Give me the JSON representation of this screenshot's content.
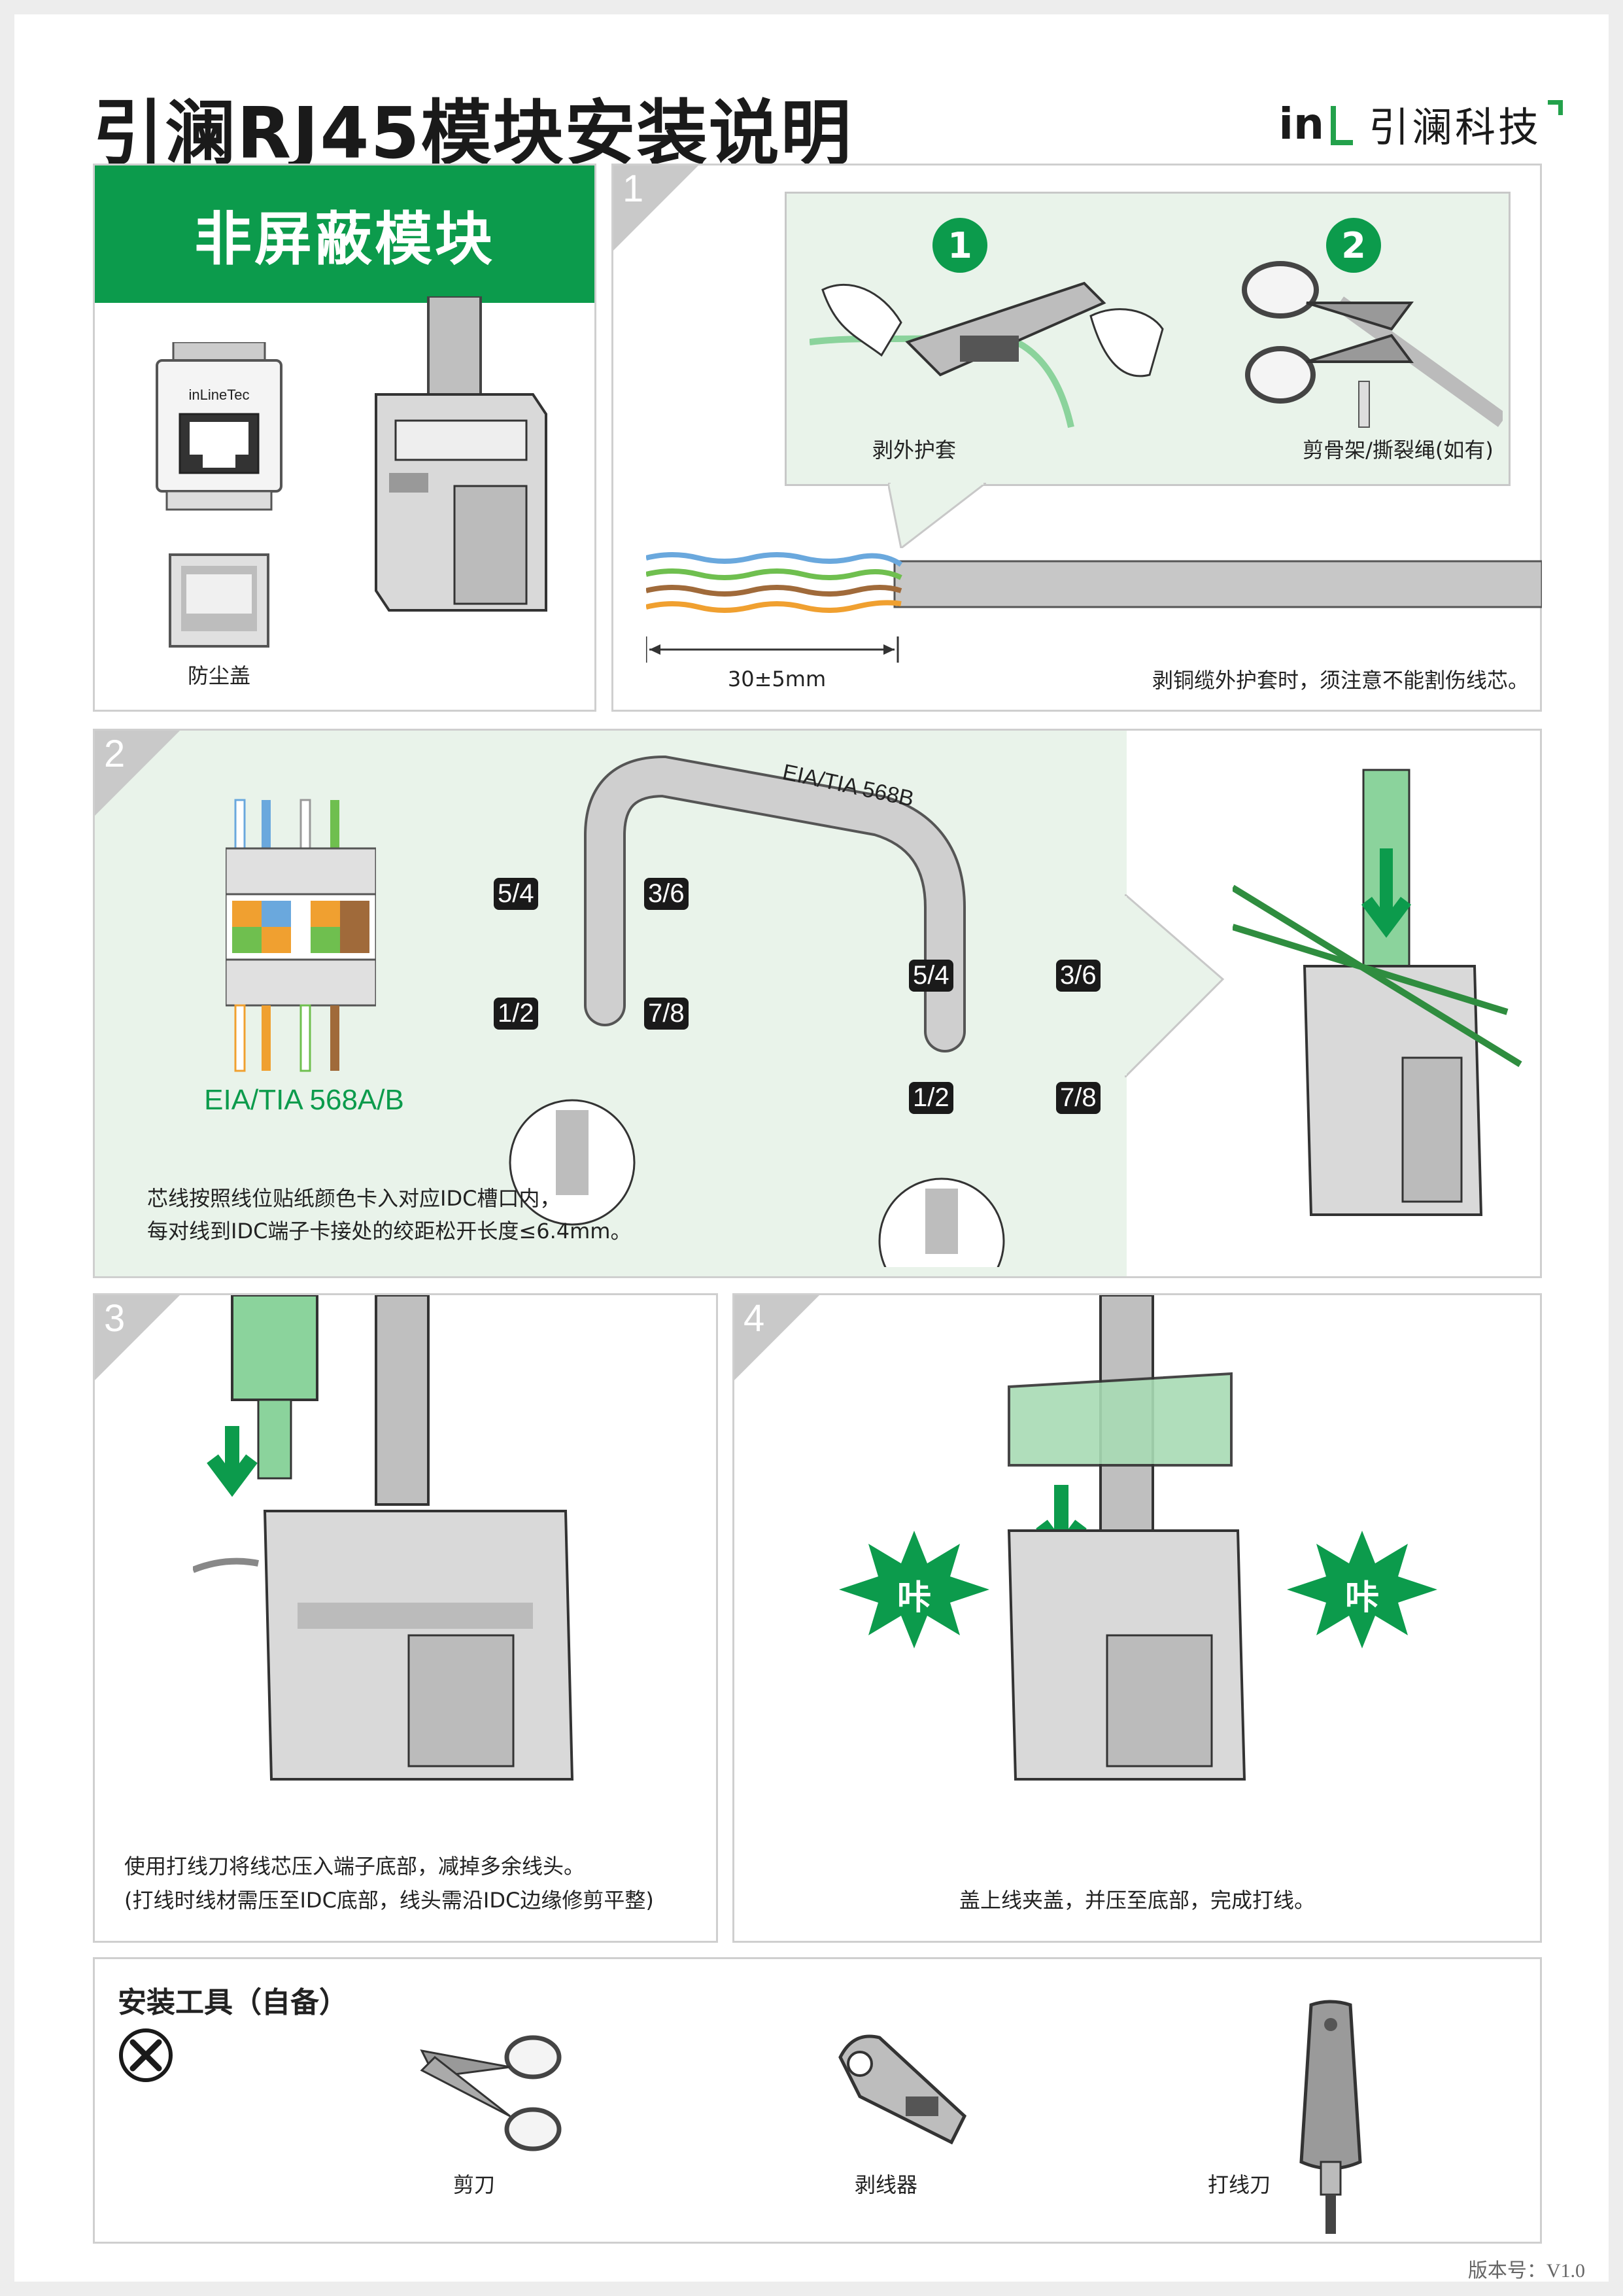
{
  "header": {
    "title": "引澜RJ45模块安装说明",
    "brand_in": "in",
    "brand_zh": "引澜科技",
    "accent_color": "#0c9b4c"
  },
  "intro": {
    "heading": "非屏蔽模块",
    "module_logo": "inLineTec",
    "dust_cover_label": "防尘盖"
  },
  "step1": {
    "number": "1",
    "badge1": "1",
    "badge2": "2",
    "strip_label": "剥外护套",
    "cut_label": "剪骨架/撕裂绳(如有)",
    "dimension": "30±5mm",
    "note": "剥铜缆外护套时，须注意不能割伤线芯。"
  },
  "step2": {
    "number": "2",
    "cable_standard": "EIA/TIA 568B",
    "connector_label": "EIA/TIA 568A/B",
    "pairs_left": [
      "5/4",
      "3/6",
      "1/2",
      "7/8"
    ],
    "pairs_right": [
      "5/4",
      "3/6",
      "1/2",
      "7/8"
    ],
    "note_line1": "芯线按照线位贴纸颜色卡入对应IDC槽口内，",
    "note_line2": "每对线到IDC端子卡接处的绞距松开长度≤6.4mm。"
  },
  "step3": {
    "number": "3",
    "note_line1": "使用打线刀将线芯压入端子底部，减掉多余线头。",
    "note_line2": "(打线时线材需压至IDC底部，线头需沿IDC边缘修剪平整)"
  },
  "step4": {
    "number": "4",
    "click_left": "咔",
    "click_right": "咔",
    "note": "盖上线夹盖，并压至底部，完成打线。"
  },
  "tools": {
    "heading": "安装工具（自备）",
    "items": [
      {
        "label": "剪刀",
        "icon": "scissors-icon"
      },
      {
        "label": "剥线器",
        "icon": "wire-stripper-icon"
      },
      {
        "label": "打线刀",
        "icon": "punch-down-tool-icon"
      }
    ]
  },
  "footer": {
    "version": "版本号：V1.0"
  }
}
